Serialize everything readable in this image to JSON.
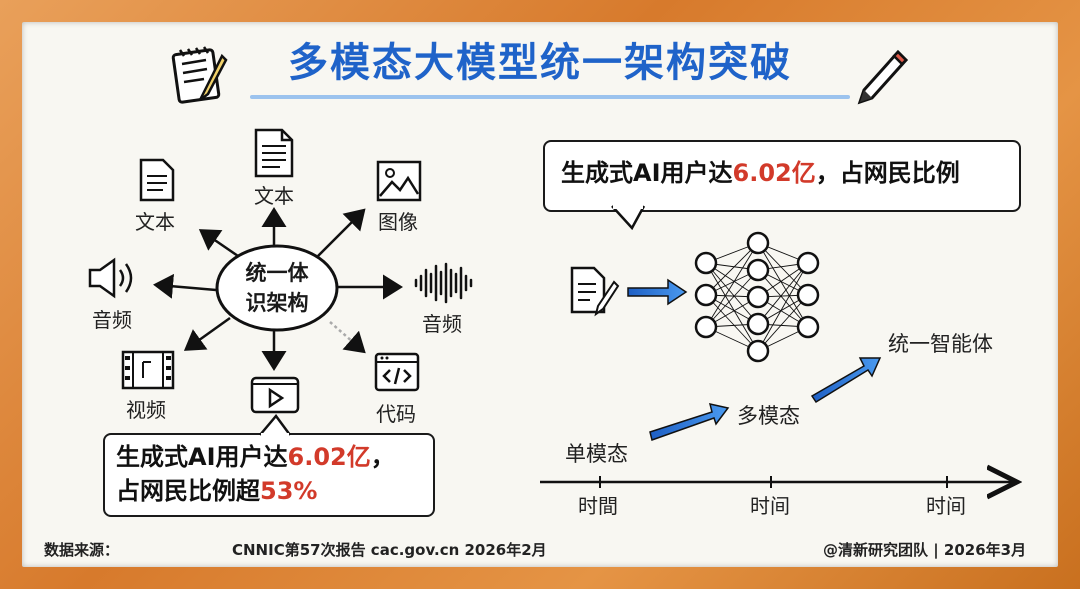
{
  "title": "多模态大模型统一架构突破",
  "left_diagram": {
    "hub_line1": "统一体",
    "hub_line2": "识架构",
    "labels": {
      "text_top": "文本",
      "text_left": "文本",
      "image": "图像",
      "audio_left": "音频",
      "audio_right": "音频",
      "video": "视频",
      "code": "代码"
    }
  },
  "callout_left": {
    "line1_prefix": "生成式AI用户达",
    "line1_value": "6.02亿",
    "line1_suffix": "，",
    "line2_prefix": "占网民比例超",
    "line2_value": "53%"
  },
  "callout_right": {
    "prefix": "生成式AI用户达",
    "value": "6.02亿",
    "suffix": "，占网民比例"
  },
  "right_diagram": {
    "stage1": "单模态",
    "stage2": "多模态",
    "stage3": "统一智能体",
    "axis_labels": [
      "时間",
      "时间",
      "时间"
    ]
  },
  "footer": {
    "source_label": "数据来源：",
    "source_text": "CNNIC第57次报告 cac.gov.cn 2026年2月",
    "credit": "@清新研究团队 | 2026年3月"
  },
  "colors": {
    "title": "#1f63c9",
    "highlight": "#d23a2a",
    "arrow_blue": "#2f7fe0",
    "frame": "#d77a2c"
  }
}
